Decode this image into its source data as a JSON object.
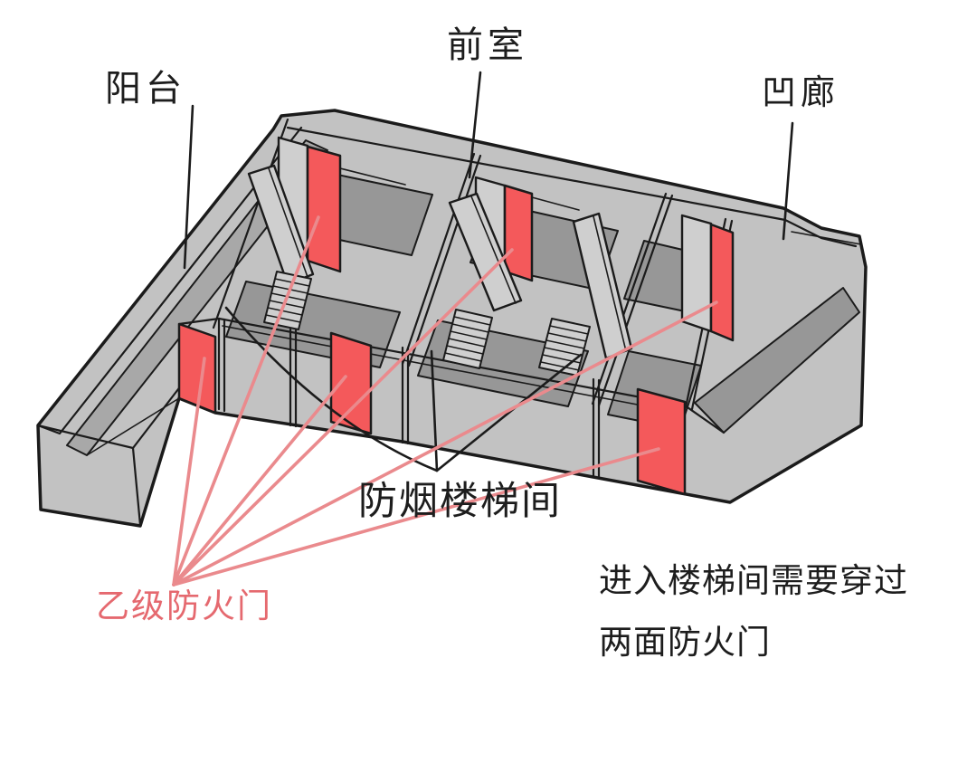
{
  "figure": {
    "type": "architectural-fire-safety-diagram",
    "labels": {
      "balcony": "阳台",
      "front_room": "前室",
      "recessed_corridor": "凹廊",
      "smoke_proof_stairwell": "防烟楼梯间",
      "fire_door_class_b": "乙级防火门",
      "note_line1": "进入楼梯间需要穿过",
      "note_line2": "两面防火门"
    },
    "colors": {
      "wall": "#c2c2c2",
      "wall_light": "#cfcfcf",
      "floor_dark": "#979797",
      "trough": "#a8a8a8",
      "fire_door_red": "#f4595b",
      "leader_pink": "#ea8a8d",
      "line_black": "#1b1b1b",
      "text_dark": "#1d1d1d",
      "text_red": "#e5696f",
      "background": "#ffffff"
    },
    "counts": {
      "fire_doors": 6,
      "stair_flights": 3
    }
  }
}
